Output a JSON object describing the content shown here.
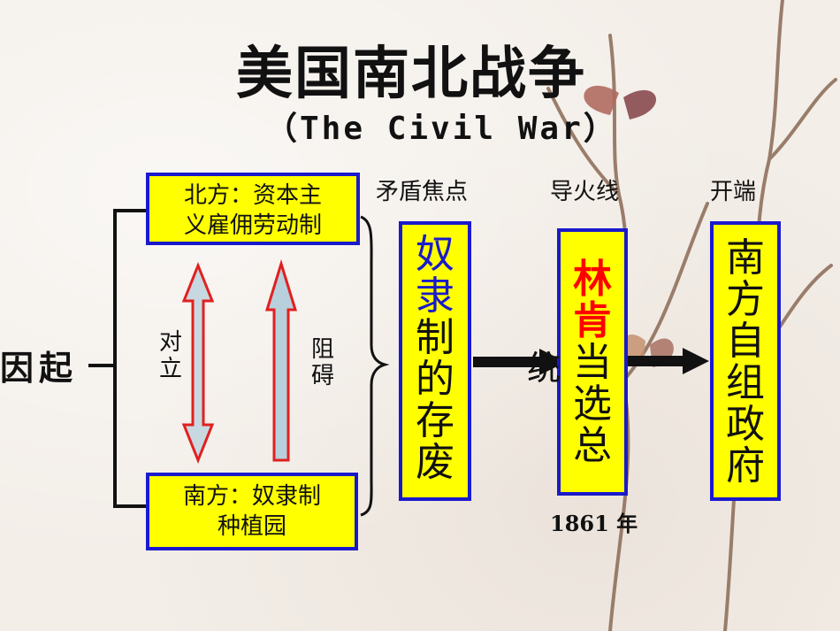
{
  "title": "美国南北战争",
  "subtitle": "（The Civil War）",
  "cause_label": "因起",
  "north_box": {
    "line1": "北方：资本主",
    "line2": "义雇佣劳动制"
  },
  "south_box": {
    "line1": "南方：奴隶制",
    "line2": "种植园"
  },
  "relation_left": "对立",
  "relation_right": "阻碍",
  "headers": {
    "focus": "矛盾焦点",
    "fuse": "导火线",
    "start": "开端"
  },
  "focus_box": {
    "highlight": "奴隶",
    "rest": "制的存废",
    "highlight_color": "#1a1acc",
    "text_color": "#111111"
  },
  "fuse_box": {
    "highlight": "林肯",
    "rest": "当选总",
    "overflow": "统",
    "highlight_color": "#ff0000"
  },
  "start_box": {
    "text": "南方自组政府"
  },
  "year_label": "1861 年",
  "colors": {
    "box_fill": "#ffff00",
    "box_border": "#1a1acc",
    "arrow_outline": "#e02020",
    "arrow_fill_light": "#b8d0dc"
  }
}
